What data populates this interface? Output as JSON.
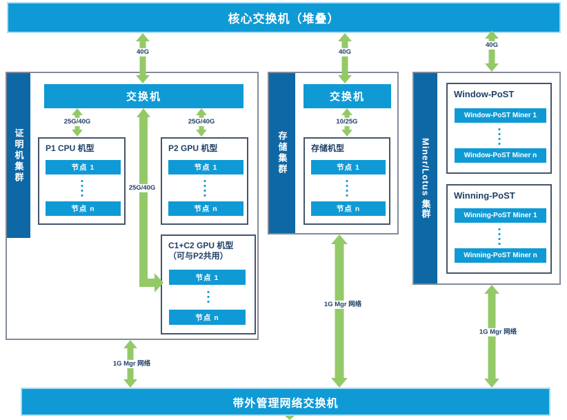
{
  "colors": {
    "bar_blue": "#0f9ad5",
    "bar_blue_border": "#a9ddf2",
    "sidebar_blue": "#0e68a5",
    "arrow_green": "#94c967",
    "label_navy": "#1f4068",
    "outer_border": "#828a9a",
    "subbox_border": "#44546a"
  },
  "top_bar": {
    "label": "核心交换机（堆叠）"
  },
  "bottom_bar": {
    "label": "带外管理网络交换机"
  },
  "clusters": {
    "proving": {
      "label": "证明机集群",
      "switch_label": "交换机",
      "p1": {
        "title": "P1 CPU 机型",
        "node_first": "节点 1",
        "node_last": "节点 n"
      },
      "p2": {
        "title": "P2 GPU 机型",
        "node_first": "节点 1",
        "node_last": "节点 n"
      },
      "c1c2": {
        "title_line1": "C1+C2 GPU 机型",
        "title_line2": "（可与P2共用）",
        "node_first": "节点 1",
        "node_last": "节点 n"
      }
    },
    "storage": {
      "label": "存储集群",
      "switch_label": "交换机",
      "box": {
        "title": "存储机型",
        "node_first": "节点 1",
        "node_last": "节点 n"
      }
    },
    "miner": {
      "label": "Miner/Lotus 集群",
      "window": {
        "title": "Window-PoST",
        "node_first": "Window-PoST Miner 1",
        "node_last": "Window-PoST Miner n"
      },
      "winning": {
        "title": "Winning-PoST",
        "node_first": "Winning-PoST Miner 1",
        "node_last": "Winning-PoST Miner n"
      }
    }
  },
  "links": {
    "core_proving": "40G",
    "core_storage": "40G",
    "core_miner": "40G",
    "switch_p1": "25G/40G",
    "switch_p2": "25G/40G",
    "switch_c1c2": "25G/40G",
    "switch_storage": "10/25G",
    "mgr_proving": "1G Mgr 网络",
    "mgr_storage": "1G Mgr 网络",
    "mgr_miner": "1G Mgr 网络"
  }
}
